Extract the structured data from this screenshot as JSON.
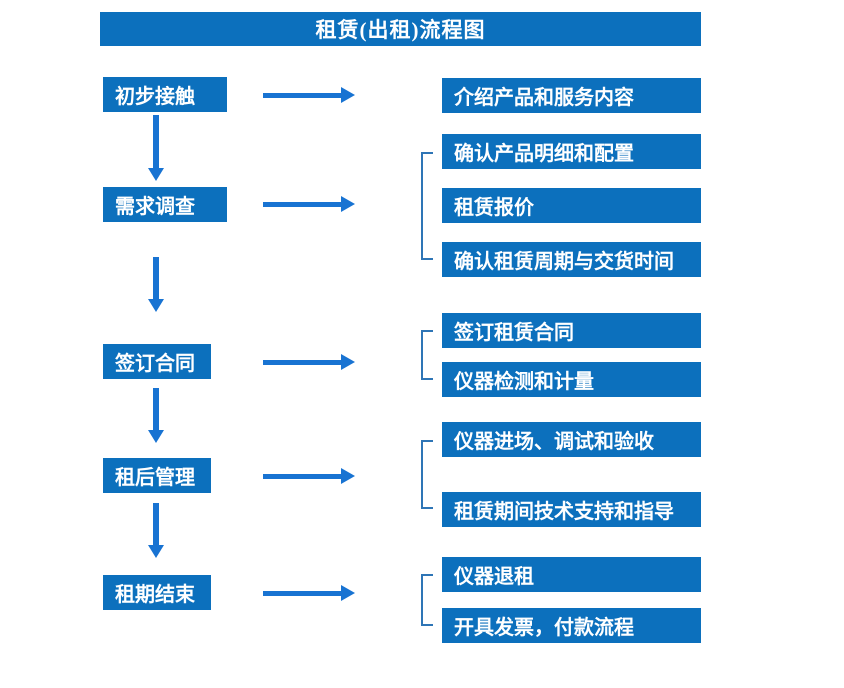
{
  "title": "租赁(出租)流程图",
  "colors": {
    "box_fill": "#0c70bd",
    "arrow": "#1873d2",
    "bracket": "#2e75b6",
    "text": "#ffffff",
    "background": "#ffffff"
  },
  "flow": {
    "steps": [
      {
        "label": "初步接触",
        "details": [
          "介绍产品和服务内容"
        ]
      },
      {
        "label": "需求调查",
        "details": [
          "确认产品明细和配置",
          "租赁报价",
          "确认租赁周期与交货时间"
        ]
      },
      {
        "label": "签订合同",
        "details": [
          "签订租赁合同",
          "仪器检测和计量"
        ]
      },
      {
        "label": "租后管理",
        "details": [
          "仪器进场、调试和验收",
          "租赁期间技术支持和指导"
        ]
      },
      {
        "label": "租期结束",
        "details": [
          "仪器退租",
          "开具发票，付款流程"
        ]
      }
    ]
  }
}
